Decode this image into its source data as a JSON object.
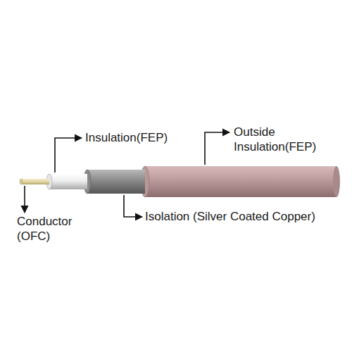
{
  "diagram": {
    "labels": [
      "Insulation(FEP)",
      "Outside Insulation(FEP)",
      "Conductor (OFC)",
      "Isolation (Silver Coated Copper)"
    ]
  }
}
